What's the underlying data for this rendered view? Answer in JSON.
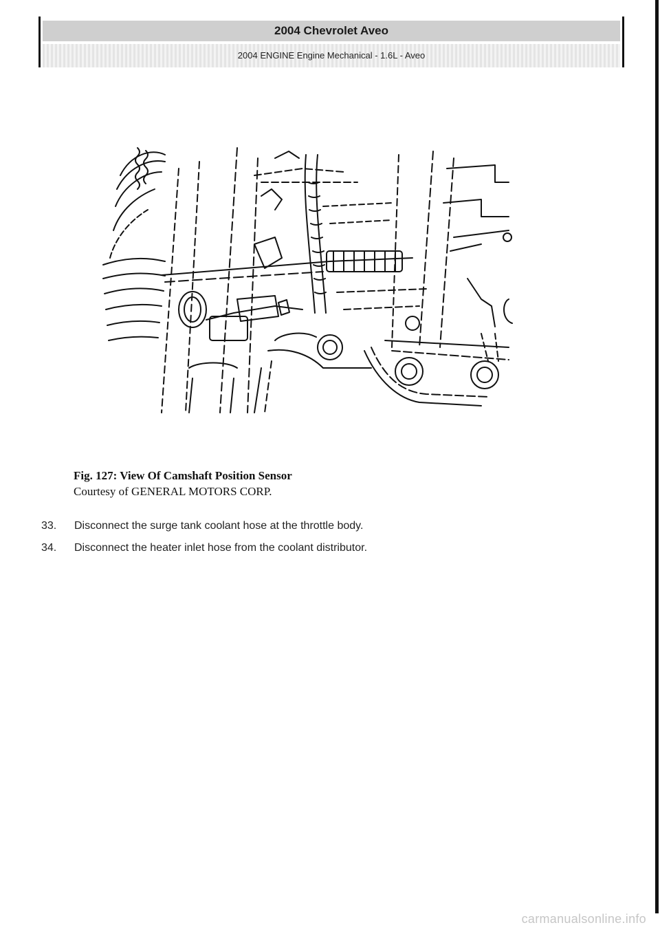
{
  "header": {
    "title": "2004 Chevrolet Aveo",
    "subtitle": "2004 ENGINE Engine Mechanical - 1.6L - Aveo"
  },
  "figure": {
    "icon": "camshaft-position-sensor-illustration"
  },
  "caption": {
    "title": "Fig. 127: View Of Camshaft Position Sensor",
    "credit": "Courtesy of GENERAL MOTORS CORP."
  },
  "steps": [
    {
      "number": "33.",
      "text": "Disconnect the surge tank coolant hose at the throttle body."
    },
    {
      "number": "34.",
      "text": "Disconnect the heater inlet hose from the coolant distributor."
    }
  ],
  "watermark": "carmanualsonline.info"
}
